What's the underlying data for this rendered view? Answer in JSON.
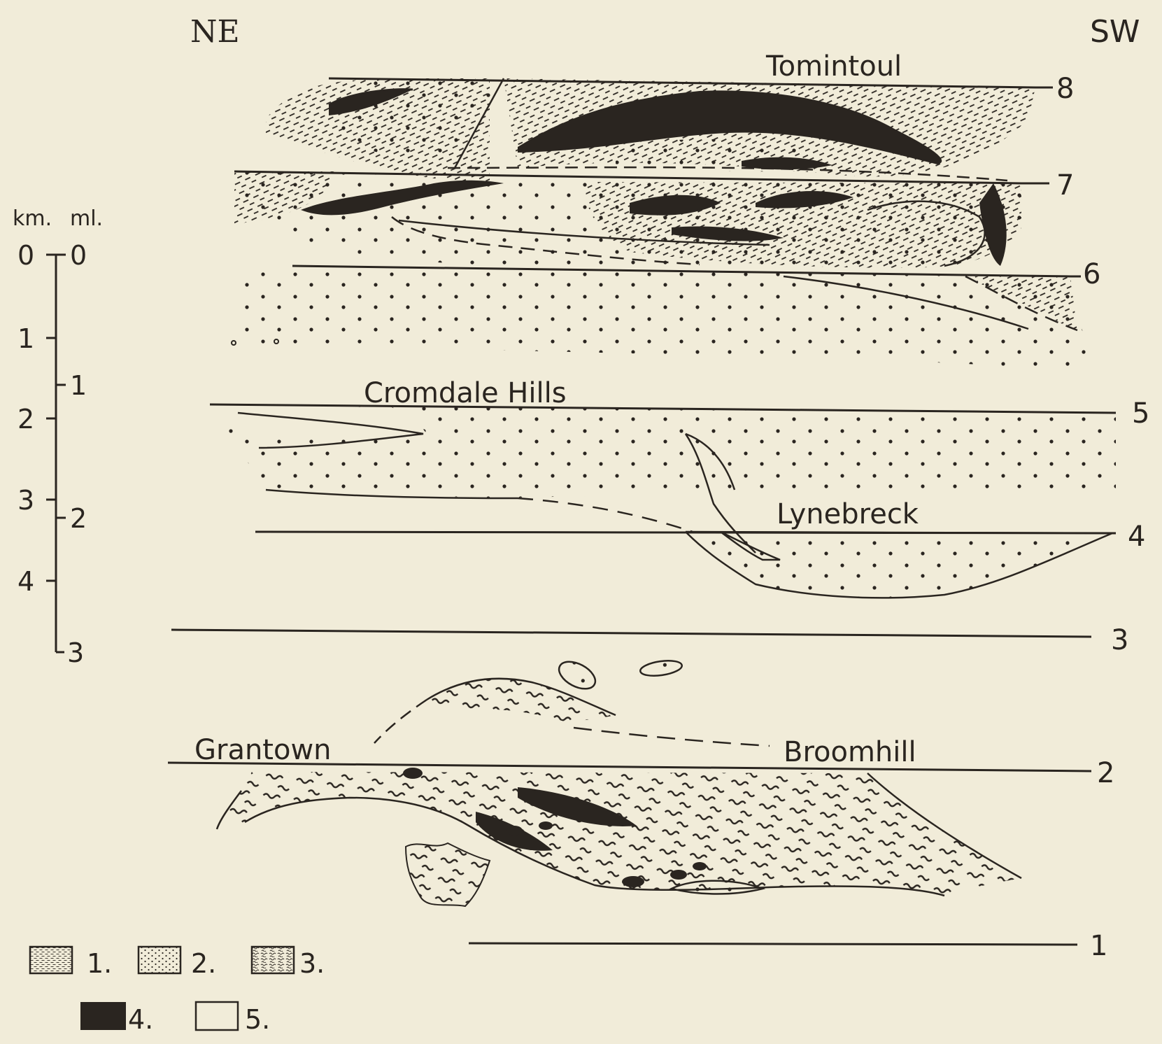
{
  "orientation": {
    "left": "NE",
    "right": "SW"
  },
  "scale_bar": {
    "header_km": "km.",
    "header_ml": "ml.",
    "km_ticks": [
      "0",
      "1",
      "2",
      "3",
      "4"
    ],
    "ml_ticks": [
      "0",
      "1",
      "2",
      "3"
    ]
  },
  "places": {
    "tomintoul": "Tomintoul",
    "cromdale_hills": "Cromdale Hills",
    "lynebreck": "Lynebreck",
    "grantown": "Grantown",
    "broomhill": "Broomhill"
  },
  "section_numbers": [
    "1",
    "2",
    "3",
    "4",
    "5",
    "6",
    "7",
    "8"
  ],
  "legend": [
    {
      "label": "1.",
      "pattern": "fine-dashes"
    },
    {
      "label": "2.",
      "pattern": "dots"
    },
    {
      "label": "3.",
      "pattern": "wavy-dashes"
    },
    {
      "label": "4.",
      "pattern": "solid-black"
    },
    {
      "label": "5.",
      "pattern": "blank"
    }
  ],
  "colors": {
    "paper": "#f1ecd9",
    "ink": "#2a2520"
  }
}
